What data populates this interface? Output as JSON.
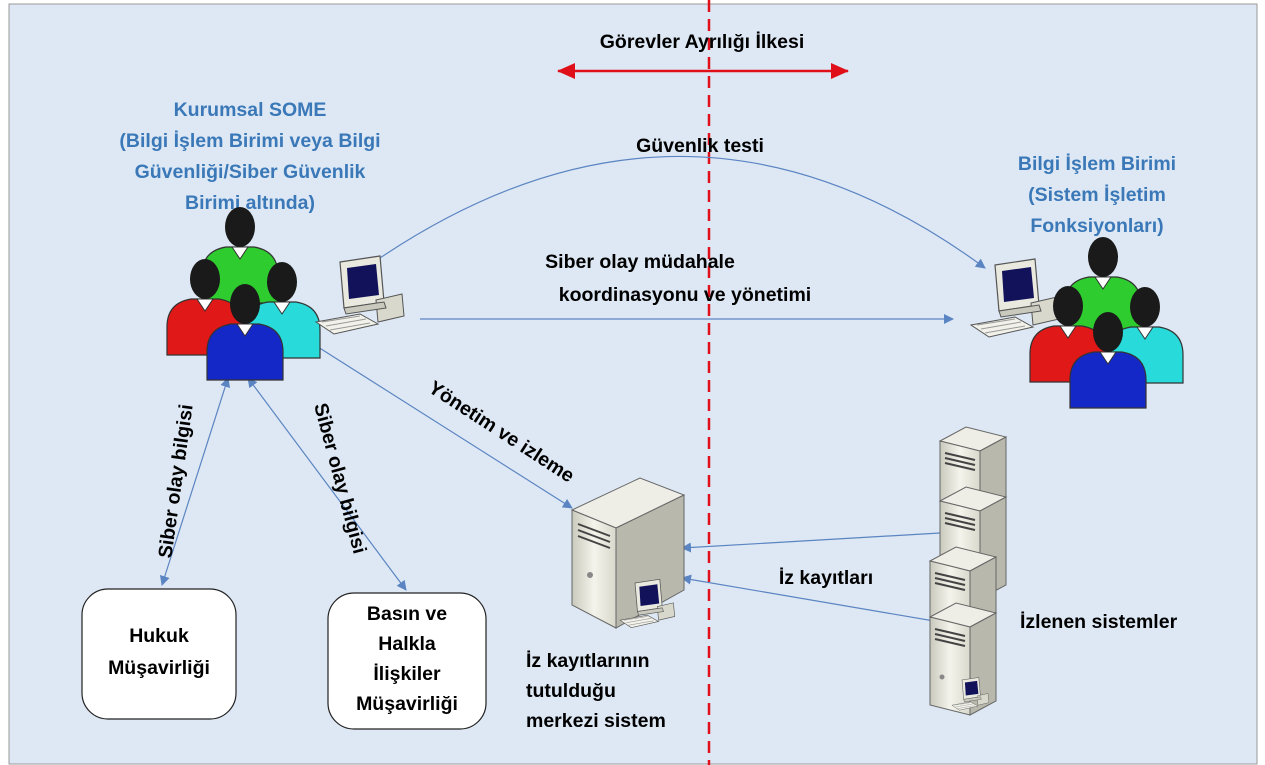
{
  "title": "Görevler Ayrılığı İlkesi",
  "left_group": {
    "lines": [
      "Kurumsal SOME",
      "(Bilgi İşlem Birimi veya Bilgi",
      "Güvenliği/Siber Güvenlik",
      "Birimi altında)"
    ]
  },
  "right_group": {
    "lines": [
      "Bilgi İşlem Birimi",
      "(Sistem İşletim",
      "Fonksiyonları)"
    ]
  },
  "edges": {
    "security_test": "Güvenlik testi",
    "incident_coord": [
      "Siber olay müdahale",
      "koordinasyonu ve yönetimi"
    ],
    "management": "Yönetim ve izleme",
    "incident_info_left": "Siber olay bilgisi",
    "incident_info_right": "Siber olay bilgisi",
    "logs": "İz kayıtları"
  },
  "boxes": {
    "legal": [
      "Hukuk",
      "Müşavirliği"
    ],
    "press": [
      "Basın ve",
      "Halkla",
      "İlişkiler",
      "Müşavirliği"
    ]
  },
  "central_system": [
    "İz kayıtlarının",
    "tutulduğu",
    "merkezi sistem"
  ],
  "monitored_systems": "İzlenen sistemler",
  "colors": {
    "accent_blue": "#3a78b8",
    "divider_red": "#e0101a",
    "background": "#dde8f4",
    "connector": "#5b84c2"
  }
}
